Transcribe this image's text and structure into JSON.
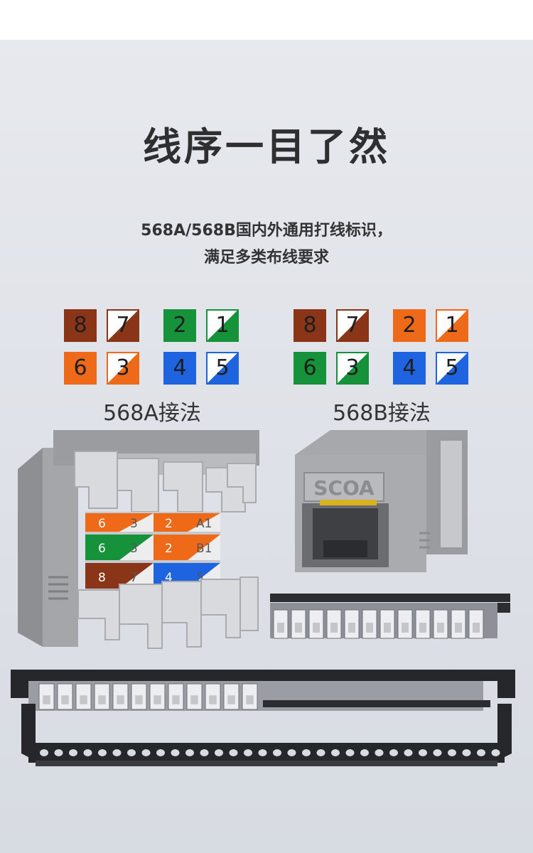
{
  "title": "线序一目了然",
  "subtitle_line1": "568A/568B国内外通用打线标识，",
  "subtitle_line2": "满足多类布线要求",
  "schemes": [
    {
      "label": "568A接法",
      "squares": [
        {
          "digit": "8",
          "style": "solid",
          "color": "#8b3518"
        },
        {
          "digit": "7",
          "style": "split",
          "color": "#8b3518"
        },
        {
          "digit": "2",
          "style": "solid",
          "color": "#16923a"
        },
        {
          "digit": "1",
          "style": "split",
          "color": "#16923a"
        },
        {
          "digit": "6",
          "style": "solid",
          "color": "#ee6a18"
        },
        {
          "digit": "3",
          "style": "split",
          "color": "#ee6a18"
        },
        {
          "digit": "4",
          "style": "solid",
          "color": "#1e64e0"
        },
        {
          "digit": "5",
          "style": "split",
          "color": "#1e64e0"
        }
      ]
    },
    {
      "label": "568B接法",
      "squares": [
        {
          "digit": "8",
          "style": "solid",
          "color": "#8b3518"
        },
        {
          "digit": "7",
          "style": "split",
          "color": "#8b3518"
        },
        {
          "digit": "2",
          "style": "solid",
          "color": "#ee6a18"
        },
        {
          "digit": "1",
          "style": "split",
          "color": "#ee6a18"
        },
        {
          "digit": "6",
          "style": "solid",
          "color": "#16923a"
        },
        {
          "digit": "3",
          "style": "split",
          "color": "#16923a"
        },
        {
          "digit": "4",
          "style": "solid",
          "color": "#1e64e0"
        },
        {
          "digit": "5",
          "style": "split",
          "color": "#1e64e0"
        }
      ]
    }
  ],
  "product": {
    "brand": "SCOA",
    "jack_labels": [
      "6",
      "3",
      "2",
      "A1",
      "6",
      "3",
      "2",
      "B1",
      "8",
      "7",
      "4",
      "5"
    ]
  }
}
